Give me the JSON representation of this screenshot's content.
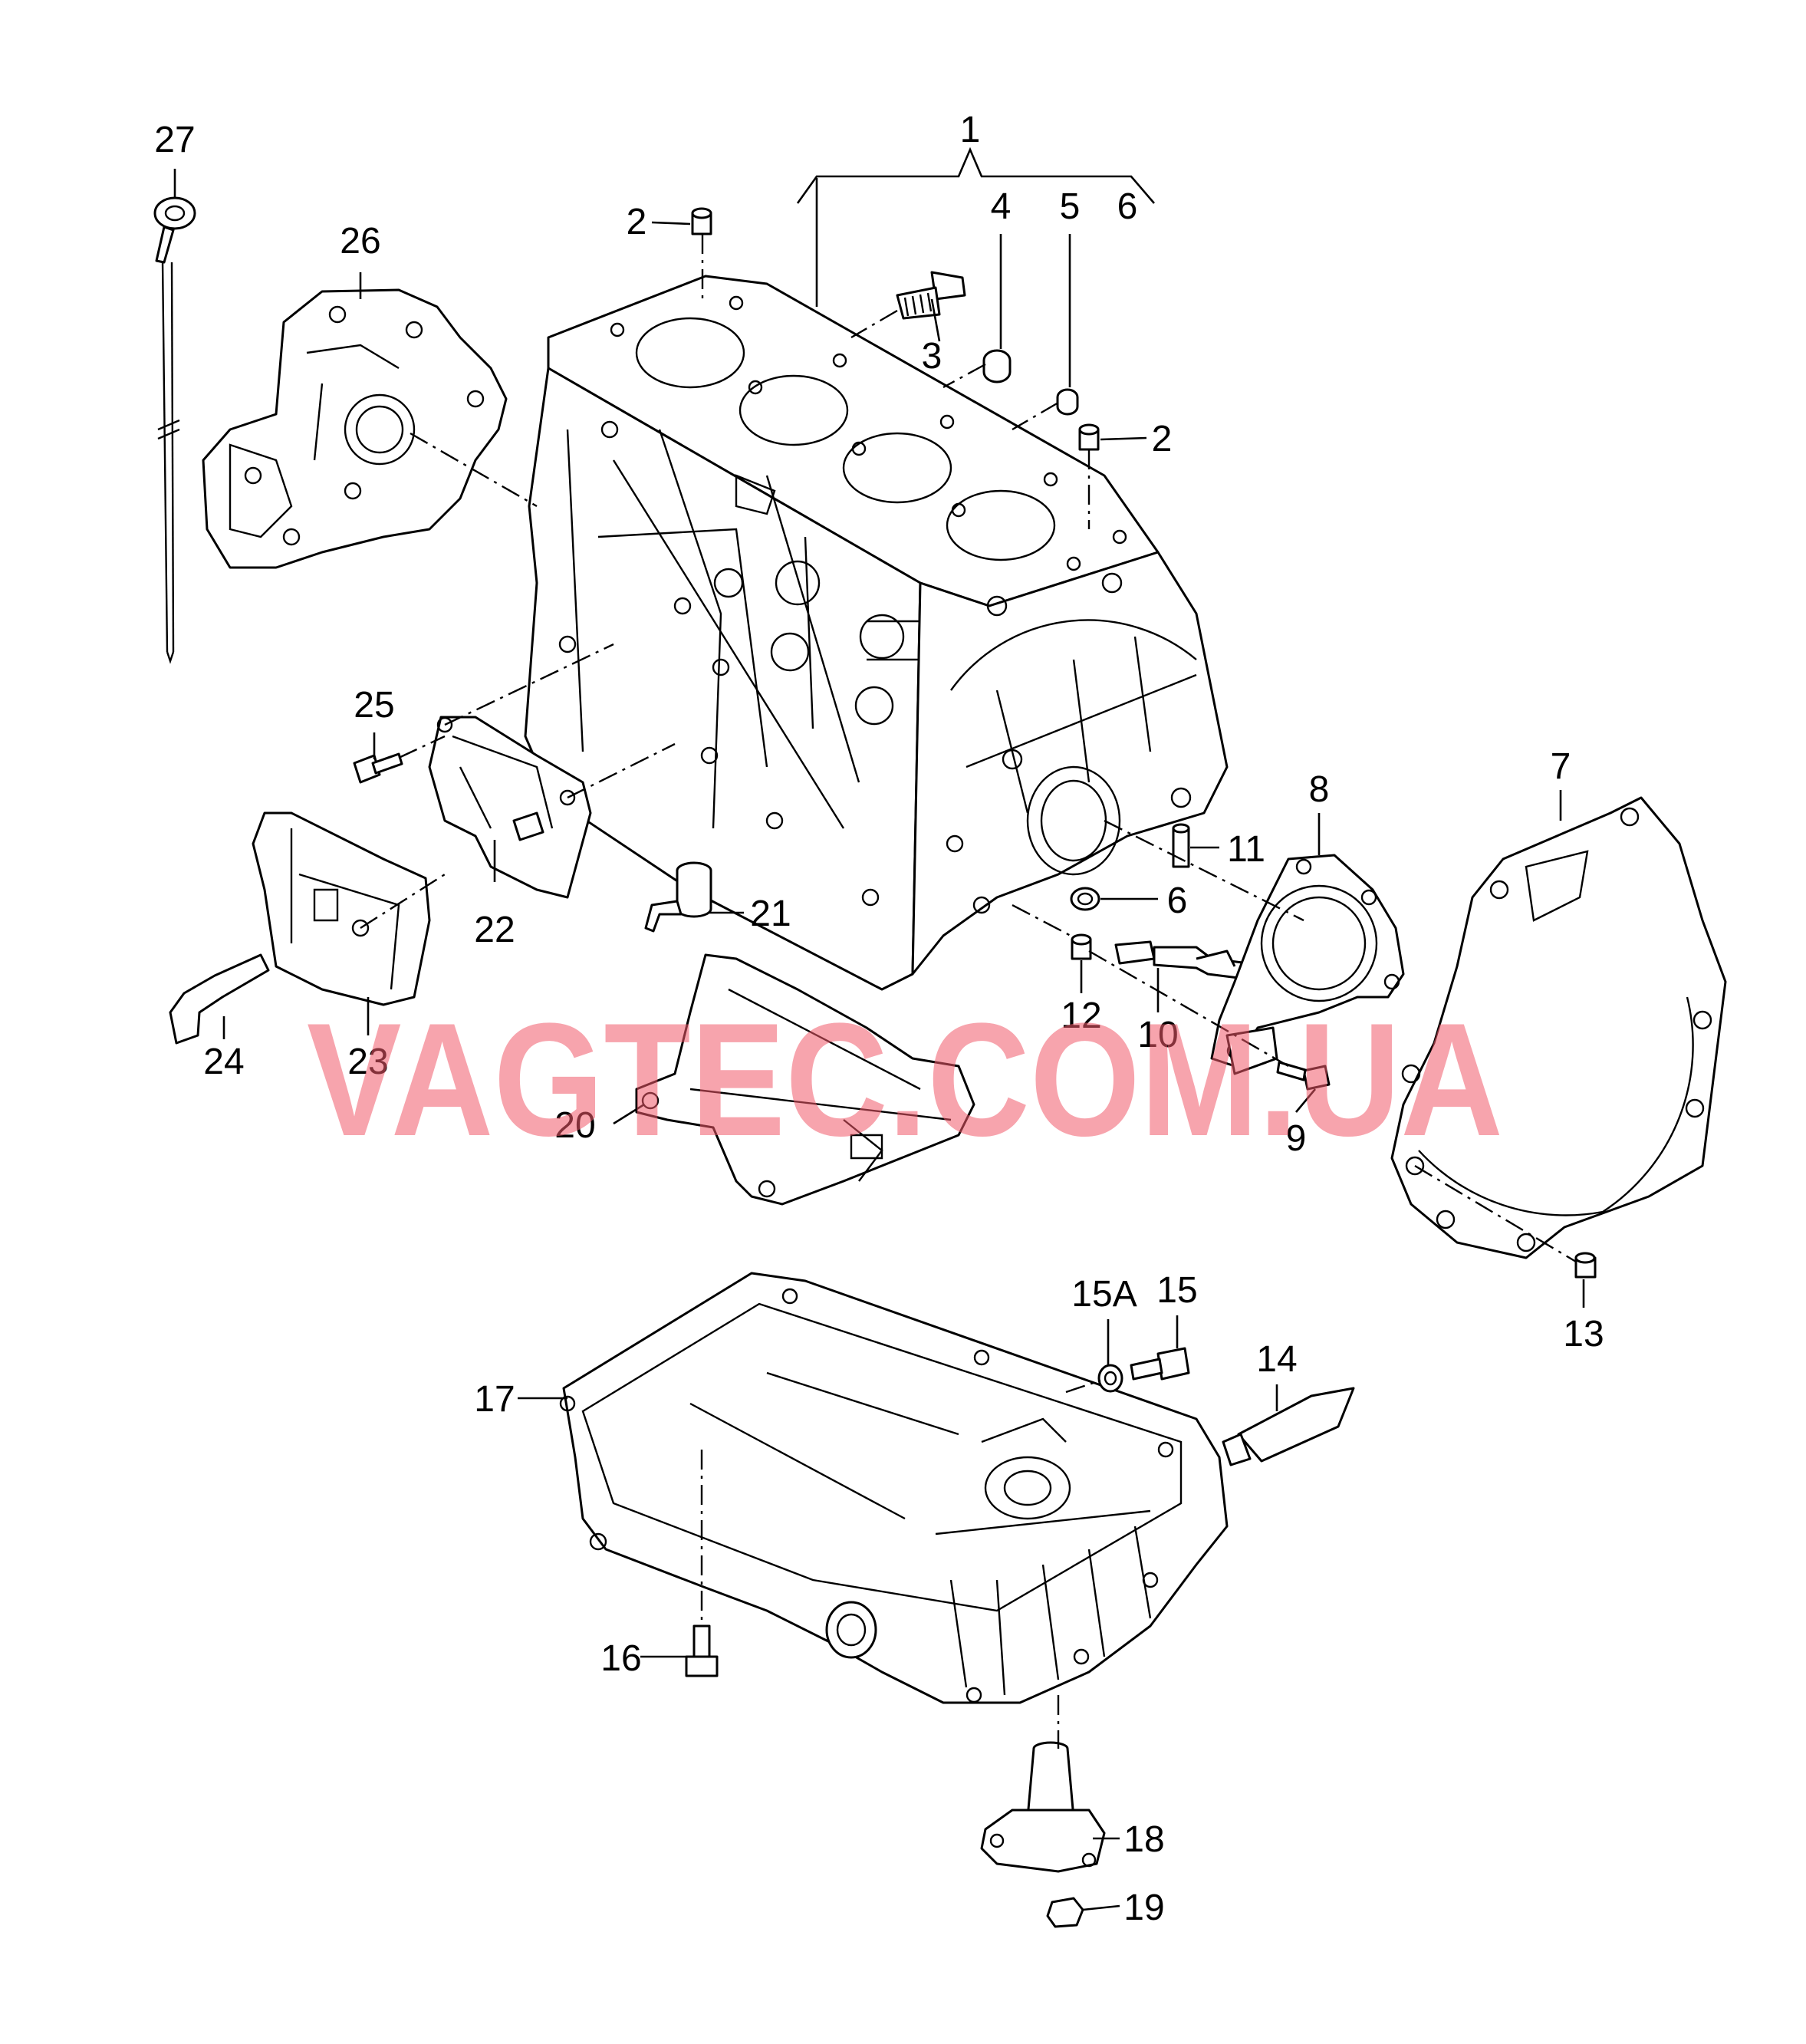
{
  "watermark": "VAGTEC.COM.UA",
  "callouts": {
    "c1": "1",
    "c2a": "2",
    "c2b": "2",
    "c3": "3",
    "c4": "4",
    "c5": "5",
    "c6a": "6",
    "c6b": "6",
    "c7": "7",
    "c8": "8",
    "c9": "9",
    "c10": "10",
    "c11": "11",
    "c12": "12",
    "c13": "13",
    "c14": "14",
    "c15": "15",
    "c15a": "15A",
    "c16": "16",
    "c17": "17",
    "c18": "18",
    "c19": "19",
    "c20": "20",
    "c21": "21",
    "c22": "22",
    "c23": "23",
    "c24": "24",
    "c25": "25",
    "c26": "26",
    "c27": "27"
  }
}
